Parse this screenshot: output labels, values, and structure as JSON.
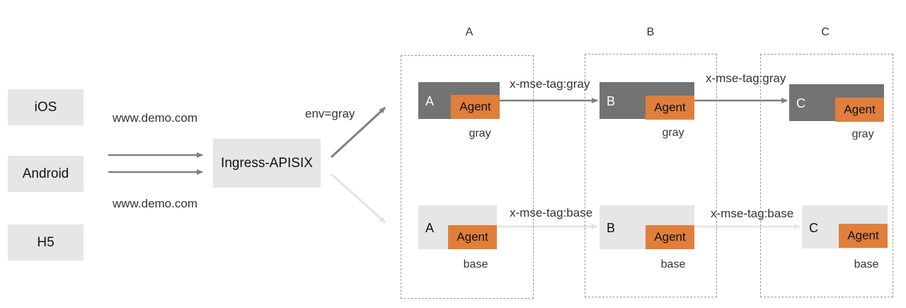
{
  "clients": [
    {
      "label": "iOS"
    },
    {
      "label": "Android"
    },
    {
      "label": "H5"
    }
  ],
  "domain_top": "www.demo.com",
  "domain_bottom": "www.demo.com",
  "ingress": {
    "label": "Ingress-APISIX"
  },
  "route_label": "env=gray",
  "columns": [
    "A",
    "B",
    "C"
  ],
  "gray_row": {
    "services": [
      {
        "letter": "A",
        "agent": "Agent",
        "env": "gray"
      },
      {
        "letter": "B",
        "agent": "Agent",
        "env": "gray"
      },
      {
        "letter": "C",
        "agent": "Agent",
        "env": "gray"
      }
    ],
    "tags": [
      "x-mse-tag:gray",
      "x-mse-tag:gray"
    ]
  },
  "base_row": {
    "services": [
      {
        "letter": "A",
        "agent": "Agent",
        "env": "base"
      },
      {
        "letter": "B",
        "agent": "Agent",
        "env": "base"
      },
      {
        "letter": "C",
        "agent": "Agent",
        "env": "base"
      }
    ],
    "tags": [
      "x-mse-tag:base",
      "x-mse-tag:base"
    ]
  },
  "colors": {
    "gray_service": "#737373",
    "base_service": "#e6e6e6",
    "agent": "#e07f3c",
    "gray_arrow": "#7f7f7f",
    "base_arrow": "#e3e3e3"
  }
}
